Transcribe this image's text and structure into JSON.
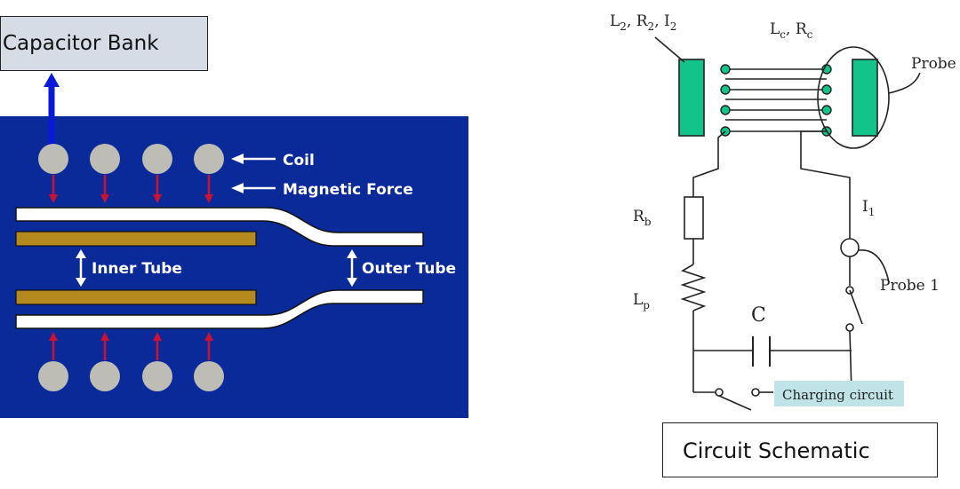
{
  "left_diagram": {
    "capacitor_bank": "Capacitor Bank",
    "coil": "Coil",
    "magnetic_force": "Magnetic Force",
    "inner_tube": "Inner Tube",
    "outer_tube": "Outer Tube",
    "colors": {
      "panel": "#0b2a99",
      "coil": "#bdbdb5",
      "arrow_force": "#cc1133",
      "arrow_bank": "#0a18d8",
      "inner_tube": "#b48a1e",
      "outer_tube": "#ffffff"
    }
  },
  "right_diagram": {
    "title": "Circuit Schematic",
    "label_l2r2i2": "L2, R2, I2",
    "label_lcrc": "Lc, Rc",
    "label_probe": "Probe",
    "label_rb": "Rb",
    "label_i1": "I1",
    "label_lp": "Lp",
    "label_c": "C",
    "label_probe1": "Probe 1",
    "label_charging": "Charging circuit",
    "colors": {
      "coil_block": "#12c48a",
      "charging_bg": "#bfe3e6"
    }
  }
}
